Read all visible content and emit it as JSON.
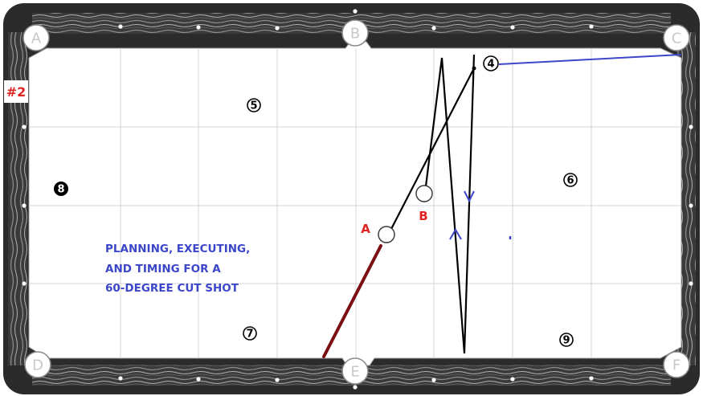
{
  "diagram_tag": "#2",
  "pockets": [
    {
      "id": "A",
      "label": "A"
    },
    {
      "id": "B",
      "label": "B"
    },
    {
      "id": "C",
      "label": "C"
    },
    {
      "id": "D",
      "label": "D"
    },
    {
      "id": "E",
      "label": "E"
    },
    {
      "id": "F",
      "label": "F"
    }
  ],
  "balls": {
    "ball_4": "4",
    "ball_5": "5",
    "ball_6": "6",
    "ball_7": "7",
    "ball_8": "8",
    "ball_9": "9"
  },
  "cue_positions": {
    "a_label": "A",
    "b_label": "B"
  },
  "caption_lines": [
    "PLANNING, EXECUTING,",
    "AND TIMING FOR A",
    "60-DEGREE CUT SHOT"
  ],
  "colors": {
    "rail_dark": "#2b2b2b",
    "cloth": "#ffffff",
    "grid": "#d4d4d4",
    "cue_stick": "#7a0f14",
    "aim_line": "#3b46c9",
    "path_line": "#000000",
    "label_red": "#e02424",
    "caption_blue": "#3b46c9"
  }
}
